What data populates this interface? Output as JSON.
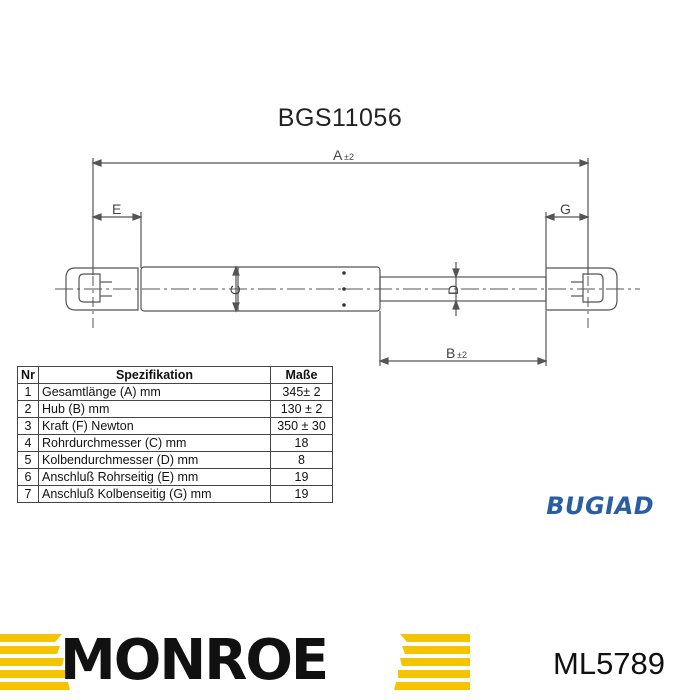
{
  "title": "BGS11056",
  "dimensions": {
    "a": "A",
    "a_tol": "±2",
    "b": "B",
    "b_tol": "±2",
    "c": "C",
    "d": "D",
    "e": "E",
    "g": "G"
  },
  "spec_table": {
    "headers": {
      "nr": "Nr",
      "spec": "Spezifikation",
      "masse": "Maße"
    },
    "rows": [
      {
        "nr": "1",
        "spec": "Gesamtlänge (A) mm",
        "masse": "345± 2"
      },
      {
        "nr": "2",
        "spec": "Hub (B)  mm",
        "masse": "130 ± 2"
      },
      {
        "nr": "3",
        "spec": "Kraft (F) Newton",
        "masse": "350 ± 30"
      },
      {
        "nr": "4",
        "spec": "Rohrdurchmesser (C) mm",
        "masse": "18"
      },
      {
        "nr": "5",
        "spec": "Kolbendurchmesser (D) mm",
        "masse": "8"
      },
      {
        "nr": "6",
        "spec": "Anschluß Rohrseitig (E) mm",
        "masse": "19"
      },
      {
        "nr": "7",
        "spec": "Anschluß Kolbenseitig (G) mm",
        "masse": "19"
      }
    ]
  },
  "bugiad_logo": "BUGIAD",
  "monroe_logo": "MONROE",
  "monroe_color": "#f5c400",
  "bugiad_color": "#2a5ea3",
  "part_number": "ML5789"
}
